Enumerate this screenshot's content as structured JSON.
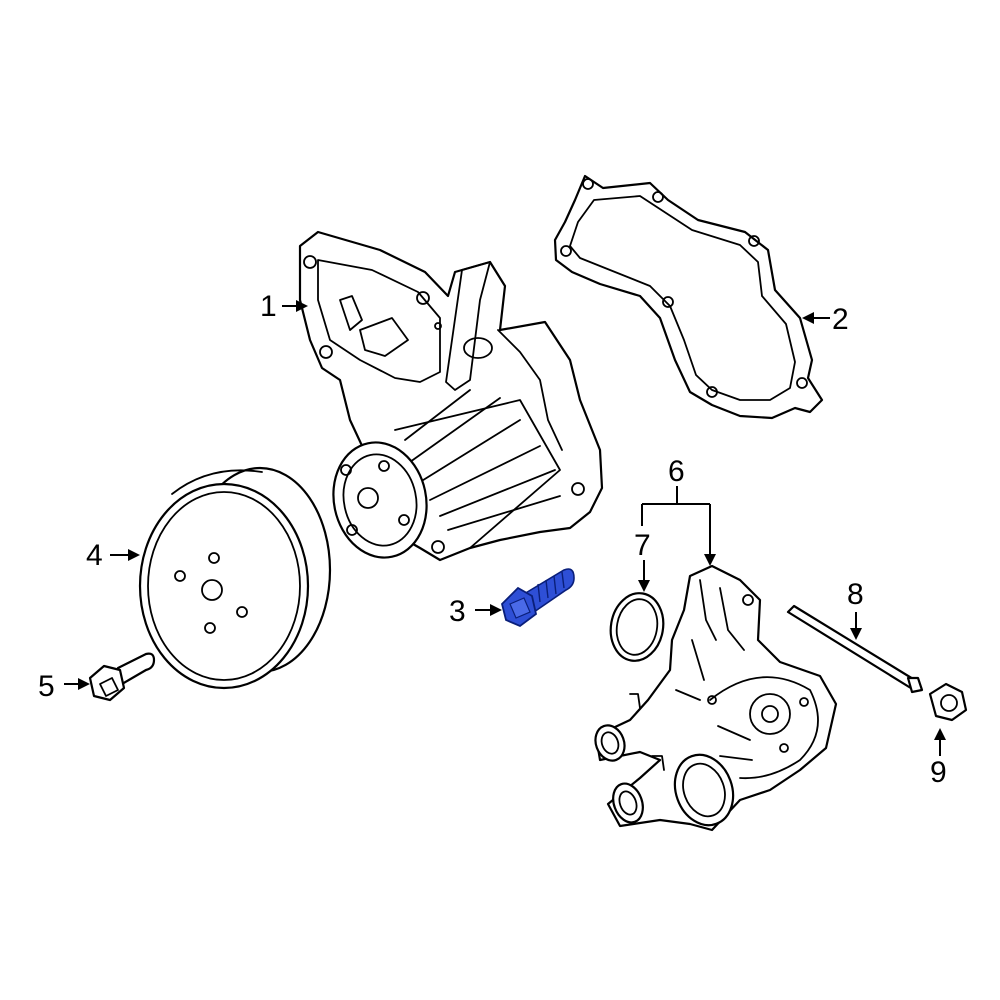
{
  "callouts": [
    {
      "id": "1",
      "label": "1"
    },
    {
      "id": "2",
      "label": "2"
    },
    {
      "id": "3",
      "label": "3"
    },
    {
      "id": "4",
      "label": "4"
    },
    {
      "id": "5",
      "label": "5"
    },
    {
      "id": "6",
      "label": "6"
    },
    {
      "id": "7",
      "label": "7"
    },
    {
      "id": "8",
      "label": "8"
    },
    {
      "id": "9",
      "label": "9"
    }
  ],
  "colors": {
    "line": "#000000",
    "background": "#ffffff",
    "highlight_fill": "#2e4fd6",
    "highlight_stroke": "#0a1f7a"
  },
  "highlighted_callout": "3"
}
